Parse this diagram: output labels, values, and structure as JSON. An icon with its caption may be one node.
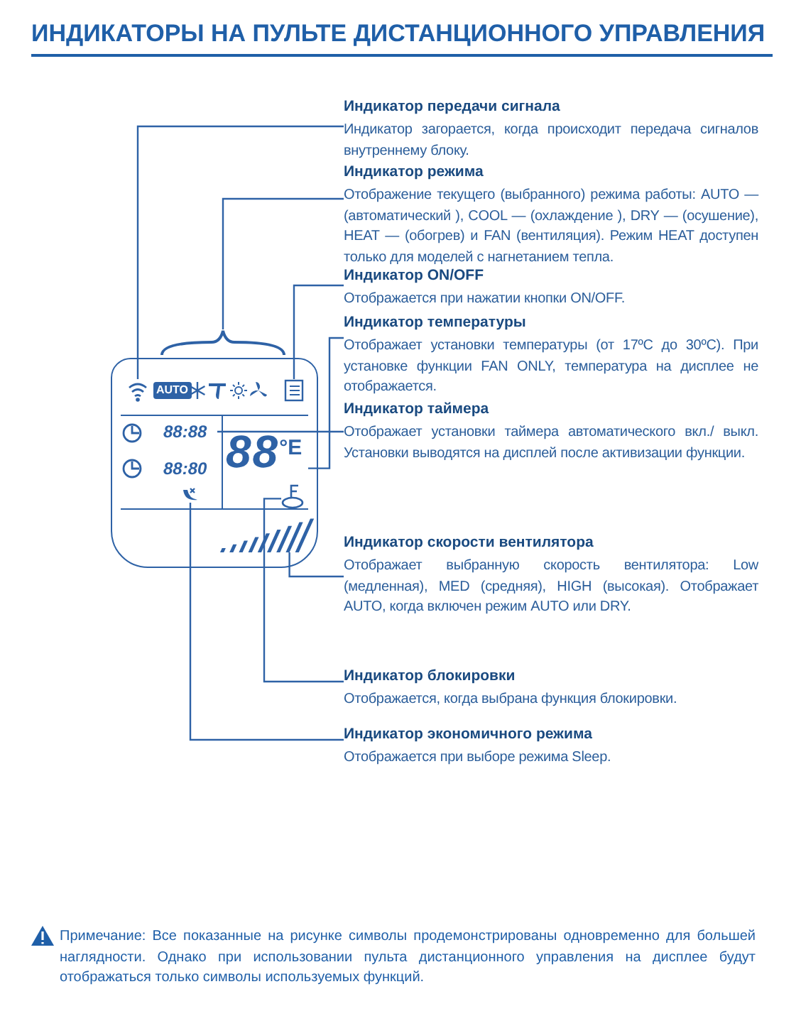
{
  "diagram": {
    "title": "ИНДИКАТОРЫ НА ПУЛЬТЕ ДИСТАНЦИОННОГО УПРАВЛЕНИЯ",
    "nodes": [
      {
        "text": [
          "Индикатор передачи сигнала",
          "Индикатор загорается, когда происходит передача сигналов внутреннему блоку."
        ]
      },
      {
        "text": [
          "Индикатор режима",
          "Отображение текущего (выбранного) режима работы: AUTO — (автоматический ), COOL — (охлаждение ), DRY — (осушение), HEAT — (обогрев) и FAN (вентиляция). Режим HEAT доступен только для моделей с нагнетанием тепла."
        ]
      },
      {
        "text": [
          "Индикатор ON/OFF",
          "Отображается при нажатии кнопки ON/OFF."
        ]
      },
      {
        "text": [
          "Индикатор температуры",
          "Отображает установки температуры (от 17ºC до 30ºC). При установке функции FAN ONLY, температура на дисплее не отображается."
        ]
      },
      {
        "text": [
          "Индикатор таймера",
          "Отображает установки таймера автоматического вкл./ выкл. Установки выводятся на дисплей после активизации функции."
        ]
      },
      {
        "text": [
          "Индикатор скорости вентилятора",
          "Отображает выбранную скорость вентилятора: Low (медленная), MED (средняя), HIGH (высокая). Отображает AUTO, когда включен режим AUTO или DRY."
        ]
      },
      {
        "text": [
          "Индикатор блокировки",
          "Отображается, когда выбрана функция блокировки."
        ]
      },
      {
        "text": [
          "Индикатор экономичного режима",
          "Отображается при выборе режима Sleep."
        ]
      },
      {
        "text": [],
        "shape": "box"
      },
      {
        "text": [],
        "shape": "icon",
        "in": 8
      },
      {
        "text": [],
        "shape": "bracket"
      },
      {
        "text": [],
        "shape": "icon",
        "in": 8
      },
      {
        "text": [
          "88",
          "°E"
        ],
        "in": 8
      },
      {
        "text": [
          "88:88"
        ],
        "in": 8
      },
      {
        "text": [],
        "shape": "bar",
        "in": 8
      },
      {
        "text": [],
        "shape": "icon",
        "in": 8
      },
      {
        "text": [],
        "shape": "icon",
        "in": 8
      }
    ],
    "edges": [
      {
        "from": 0,
        "to": 9,
        "arrow": "none"
      },
      {
        "from": 1,
        "to": 10,
        "arrow": "none"
      },
      {
        "from": 2,
        "to": 11,
        "arrow": "none"
      },
      {
        "from": 3,
        "to": 12,
        "arrow": "none"
      },
      {
        "from": 4,
        "to": 13,
        "arrow": "none"
      },
      {
        "from": 5,
        "to": 14,
        "arrow": "none"
      },
      {
        "from": 6,
        "to": 15,
        "arrow": "none"
      },
      {
        "from": 7,
        "to": 16,
        "arrow": "none"
      }
    ],
    "labels": [
      "AUTO",
      "88:80",
      "Примечание: Все показанные на рисунке символы продемонстрированы одновременно для большей наглядности. Однако при использовании пульта дистанционного управления на дисплее будут отображаться только символы используемых функций."
    ]
  }
}
